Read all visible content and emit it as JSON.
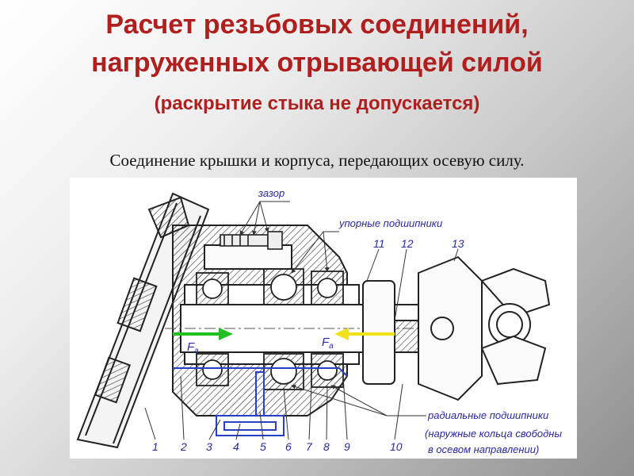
{
  "slide": {
    "title_line1": "Расчет резьбовых соединений,",
    "title_line2": "нагруженных отрывающей силой",
    "title_line3": "(раскрытие стыка не допускается)",
    "subtitle": "Соединение крышки и корпуса, передающих осевую силу."
  },
  "diagram": {
    "labels": {
      "gap": "зазор",
      "thrust_bearings": "упорные подшипники",
      "radial_bearings": "радиальные подшипники",
      "radial_note_line1": "(наружные кольца свободны",
      "radial_note_line2": "в осевом направлении)",
      "force_left": "F",
      "force_left_sub": "a",
      "force_right": "F",
      "force_right_sub": "a"
    },
    "part_numbers": {
      "n1": "1",
      "n2": "2",
      "n3": "3",
      "n4": "4",
      "n5": "5",
      "n6": "6",
      "n7": "7",
      "n8": "8",
      "n9": "9",
      "n10": "10",
      "n11": "11",
      "n12": "12",
      "n13": "13"
    },
    "colors": {
      "title": "#b01e1e",
      "label": "#2a2aa0",
      "arrow_left": "#22c022",
      "arrow_right": "#f2e21c",
      "highlight": "#2a3fc8"
    }
  }
}
